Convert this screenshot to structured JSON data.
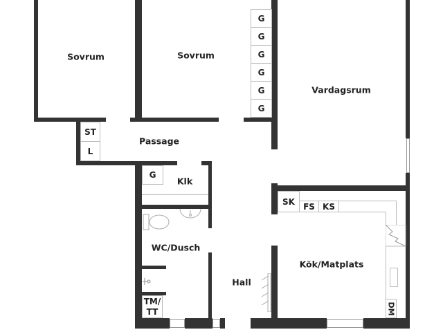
{
  "rooms": {
    "bedroom_1": "Sovrum",
    "bedroom_2": "Sovrum",
    "living_room": "Vardagsrum",
    "passage": "Passage",
    "closet_room": "Klk",
    "bathroom": "WC/Dusch",
    "hall": "Hall",
    "kitchen": "Kök/Matplats"
  },
  "fixtures": {
    "wardrobes": [
      "G",
      "G",
      "G",
      "G",
      "G",
      "G"
    ],
    "klk_wardrobe": "G",
    "st": "ST",
    "l": "L",
    "sk": "SK",
    "fs": "FS",
    "ks": "KS",
    "dm": "DM",
    "tm_tt": "TM/\nTT"
  },
  "colors": {
    "wall": "#333333",
    "fixture_line": "#bbbbbb"
  }
}
